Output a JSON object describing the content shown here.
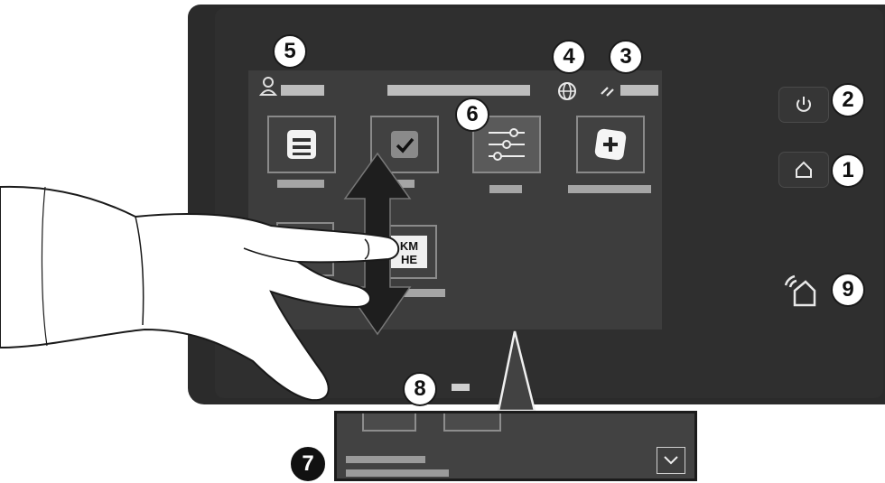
{
  "callouts": {
    "home": "1",
    "power": "2",
    "clear": "3",
    "language": "4",
    "login": "5",
    "app_tile": "6",
    "notification_banner": "7",
    "dots": "8",
    "nfc": "9"
  },
  "apps": [
    {
      "icon": "printer-icon"
    },
    {
      "icon": "check-document-icon"
    },
    {
      "icon": "settings-sliders-icon"
    },
    {
      "icon": "add-app-icon"
    },
    {
      "icon": "generic-app-icon"
    },
    {
      "icon": "km-app-icon",
      "text": "KM™\nHE"
    }
  ],
  "colors": {
    "panel": "#2b2b2b",
    "screen": "#3d3d3d",
    "placeholder_text": "#bdbdbd",
    "callout_badge": "#ffffff"
  }
}
